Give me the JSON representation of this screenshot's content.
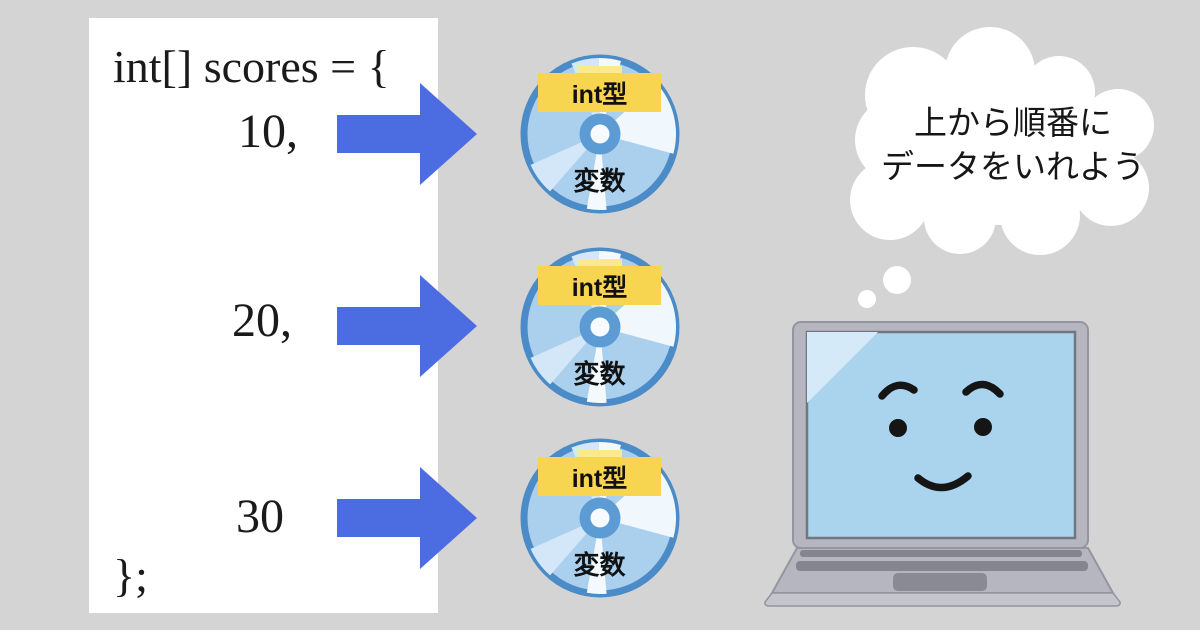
{
  "scene": {
    "background_color": "#d4d4d4",
    "arrow_blue": "#4c6ce2",
    "disc_body_blue": "#abd0ee",
    "disc_border_blue": "#4b8bc7",
    "tag_yellow": "#f8d550",
    "laptop_screen_blue": "#aad4ee",
    "laptop_body_gray": "#b6b6c0"
  },
  "code_panel": {
    "header": "int[] scores = {",
    "values": [
      "10,",
      "20,",
      "30"
    ],
    "footer": "};"
  },
  "discs": [
    {
      "tag": "int型",
      "label": "変数"
    },
    {
      "tag": "int型",
      "label": "変数"
    },
    {
      "tag": "int型",
      "label": "変数"
    }
  ],
  "thought_bubble": {
    "line1": "上から順番に",
    "line2": "データをいれよう"
  }
}
